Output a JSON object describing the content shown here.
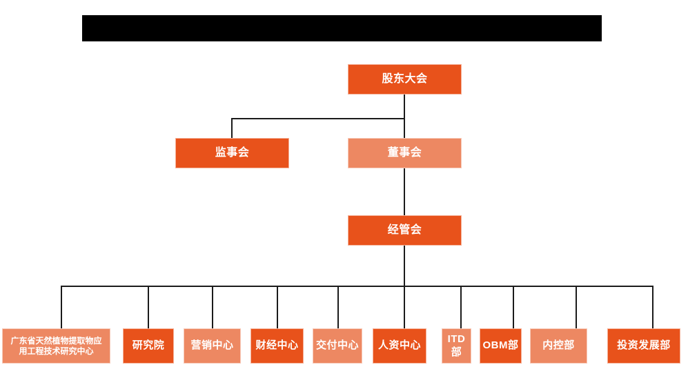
{
  "header": {
    "redaction_label": "",
    "redacted": true
  },
  "chart_data": {
    "type": "diagram",
    "title": "",
    "diagram_kind": "organizational-chart",
    "colors": {
      "dark_orange": "#E8521B",
      "light_orange": "#ED8862",
      "connector": "#1a1a1a",
      "redaction": "#000000",
      "node_text": "#FFFFFF",
      "background": "#FFFFFF"
    },
    "nodes": [
      {
        "id": "shareholders",
        "label": "股东大会",
        "level": 1,
        "tone": "dark"
      },
      {
        "id": "supervisors",
        "label": "监事会",
        "level": 2,
        "tone": "dark"
      },
      {
        "id": "directors",
        "label": "董事会",
        "level": 2,
        "tone": "light"
      },
      {
        "id": "management",
        "label": "经管会",
        "level": 3,
        "tone": "dark"
      },
      {
        "id": "leaf-1",
        "label": "广东省天然植物提取物应用工程技术研究中心",
        "label_line1": "广东省天然植物提取物应",
        "label_line2": "用工程技术研究中心",
        "level": 4,
        "tone": "light"
      },
      {
        "id": "leaf-2",
        "label": "研究院",
        "level": 4,
        "tone": "dark"
      },
      {
        "id": "leaf-3",
        "label": "营销中心",
        "level": 4,
        "tone": "light"
      },
      {
        "id": "leaf-4",
        "label": "财经中心",
        "level": 4,
        "tone": "dark"
      },
      {
        "id": "leaf-5",
        "label": "交付中心",
        "level": 4,
        "tone": "light"
      },
      {
        "id": "leaf-6",
        "label": "人资中心",
        "level": 4,
        "tone": "dark"
      },
      {
        "id": "leaf-7",
        "label": "ITD部",
        "level": 4,
        "tone": "light"
      },
      {
        "id": "leaf-8",
        "label": "OBM部",
        "level": 4,
        "tone": "dark"
      },
      {
        "id": "leaf-9",
        "label": "内控部",
        "level": 4,
        "tone": "light"
      },
      {
        "id": "leaf-10",
        "label": "投资发展部",
        "level": 4,
        "tone": "dark"
      }
    ],
    "edges": [
      {
        "from": "shareholders",
        "to": "supervisors"
      },
      {
        "from": "shareholders",
        "to": "directors"
      },
      {
        "from": "directors",
        "to": "management"
      },
      {
        "from": "management",
        "to": "leaf-1"
      },
      {
        "from": "management",
        "to": "leaf-2"
      },
      {
        "from": "management",
        "to": "leaf-3"
      },
      {
        "from": "management",
        "to": "leaf-4"
      },
      {
        "from": "management",
        "to": "leaf-5"
      },
      {
        "from": "management",
        "to": "leaf-6"
      },
      {
        "from": "management",
        "to": "leaf-7"
      },
      {
        "from": "management",
        "to": "leaf-8"
      },
      {
        "from": "management",
        "to": "leaf-9"
      },
      {
        "from": "management",
        "to": "leaf-10"
      }
    ]
  }
}
